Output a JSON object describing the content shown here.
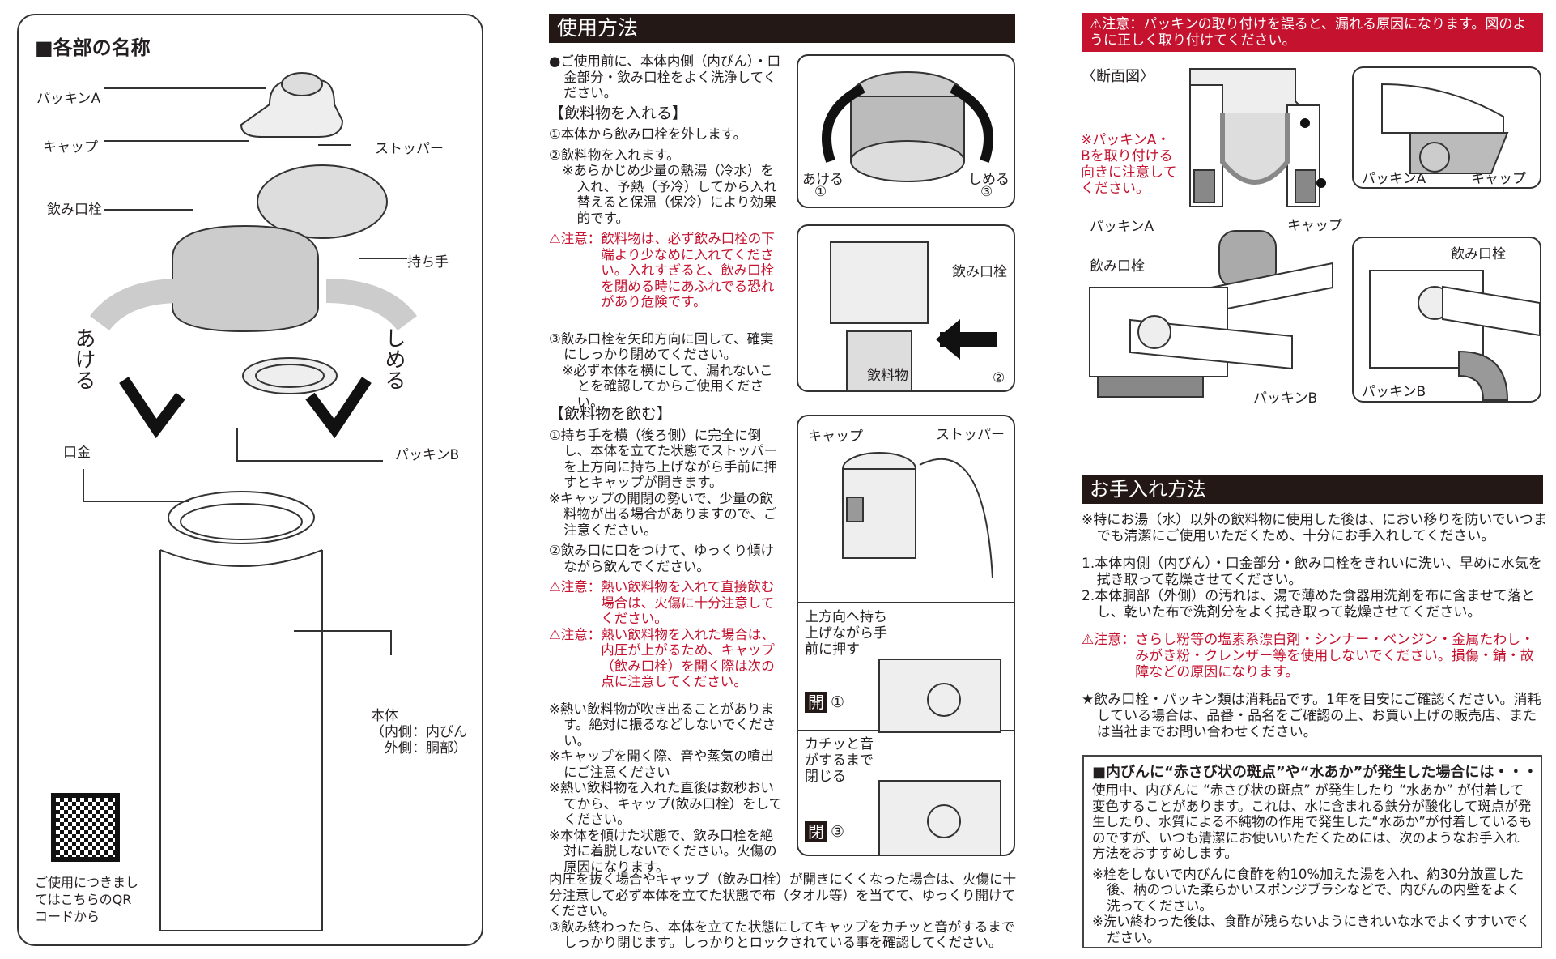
{
  "parts": {
    "title": "■各部の名称",
    "labels": {
      "packing_a": "パッキンA",
      "cap": "キャップ",
      "stopper": "ストッパー",
      "spout": "飲み口栓",
      "handle": "持ち手",
      "open": "あける",
      "close": "しめる",
      "mouth": "口金",
      "packing_b": "パッキンB",
      "body": "本体",
      "body_inner": "（内側：内びん",
      "body_outer": "外側：胴部）"
    },
    "qr_text": "ご使用につきましてはこちらのQRコードから"
  },
  "usage": {
    "title": "使用方法",
    "intro": "●ご使用前に、本体内側（内びん）・口金部分・飲み口栓をよく洗浄してください。",
    "fill_heading": "【飲料物を入れる】",
    "fill_1": "①本体から飲み口栓を外します。",
    "fill_2": "②飲料物を入れます。",
    "fill_2_note": "※あらかじめ少量の熱湯（冷水）を入れ、予熱（予冷）してから入れ替えると保温（保冷）により効果的です。",
    "warn_key": "⚠注意：",
    "fill_warn": "飲料物は、必ず飲み口栓の下端より少なめに入れてください。入れすぎると、飲み口栓を閉める時にあふれでる恐れがあり危険です。",
    "fill_3": "③飲み口栓を矢印方向に回して、確実にしっかり閉めてください。",
    "fill_3_note": "※必ず本体を横にして、漏れないことを確認してからご使用ください。",
    "drink_heading": "【飲料物を飲む】",
    "drink_1": "①持ち手を横（後ろ側）に完全に倒し、本体を立てた状態でストッパーを上方向に持ち上げながら手前に押すとキャップが開きます。",
    "drink_1_note": "※キャップの開閉の勢いで、少量の飲料物が出る場合がありますので、ご注意ください。",
    "drink_2": "②飲み口に口をつけて、ゆっくり傾けながら飲んでください。",
    "drink_warn_1": "熱い飲料物を入れて直接飲む場合は、火傷に十分注意してください。",
    "drink_warn_2": "熱い飲料物を入れた場合は、内圧が上がるため、キャップ（飲み口栓）を開く際は次の点に注意してください。",
    "notes": [
      "※熱い飲料物が吹き出ることがあります。絶対に振るなどしないでください。",
      "※キャップを開く際、音や蒸気の噴出にご注意ください",
      "※熱い飲料物を入れた直後は数秒おいてから、キャップ(飲み口栓）をしてください。",
      "※本体を傾けた状態で、飲み口栓を絶対に着脱しないでください。火傷の原因になります。"
    ],
    "pressure": "内圧を抜く場合やキャップ（飲み口栓）が開きにくくなった場合は、火傷に十分注意して必ず本体を立てた状態で布（タオル等）を当てて、ゆっくり開けてください。",
    "drink_3": "③飲み終わったら、本体を立てた状態にしてキャップをカチッと音がするまでしっかり閉じます。しっかりとロックされている事を確認してください。",
    "fig1": {
      "open": "あける",
      "open_n": "①",
      "close": "しめる",
      "close_n": "③"
    },
    "fig2": {
      "spout": "飲み口栓",
      "drink": "飲料物",
      "n": "②"
    },
    "fig3": {
      "cap": "キャップ",
      "stopper": "ストッパー",
      "lift": "上方向へ持ち上げながら手前に押す",
      "open_tag": "開",
      "open_n": "①",
      "click": "カチッと音がするまで閉じる",
      "close_tag": "閉",
      "close_n": "③"
    }
  },
  "packing": {
    "banner": "⚠注意：パッキンの取り付けを誤ると、漏れる原因になります。図のように正しく取り付けてください。",
    "section": "〈断面図〉",
    "note": "※パッキンA・Bを取り付ける向きに注意してください。",
    "packing_a": "パッキンA",
    "cap": "キャップ",
    "spout": "飲み口栓",
    "packing_b": "パッキンB"
  },
  "care": {
    "title": "お手入れ方法",
    "intro": "※特にお湯（水）以外の飲料物に使用した後は、におい移りを防いでいつまでも清潔にご使用いただくため、十分にお手入れしてください。",
    "step_1": "1.本体内側（内びん）・口金部分・飲み口栓をきれいに洗い、早めに水気を拭き取って乾燥させてください。",
    "step_2": "2.本体胴部（外側）の汚れは、湯で薄めた食器用洗剤を布に含ませて落とし、乾いた布で洗剤分をよく拭き取って乾燥させてください。",
    "warn_key": "⚠注意：",
    "warn": "さらし粉等の塩素系漂白剤・シンナー・ベンジン・金属たわし・みがき粉・クレンザー等を使用しないでください。損傷・錆・故障などの原因になります。",
    "consumable": "★飲み口栓・パッキン類は消耗品です。1年を目安にご確認ください。消耗している場合は、品番・品名をご確認の上、お買い上げの販売店、または当社までお問い合わせください。",
    "rust": {
      "title": "■内びんに“赤さび状の斑点”や“水あか”が発生した場合には・・・",
      "body": "使用中、内びんに “赤さび状の斑点” が発生したり “水あか” が付着して変色することがあります。これは、水に含まれる鉄分が酸化して斑点が発生したり、水質による不純物の作用で発生した“水あか”が付着しているものですが、いつも清潔にお使いいただくためには、次のようなお手入れ方法をおすすめします。",
      "note_1": "※栓をしないで内びんに食酢を約10%加えた湯を入れ、約30分放置した後、柄のついた柔らかいスポンジブラシなどで、内びんの内壁をよく洗ってください。",
      "note_2": "※洗い終わった後は、食酢が残らないようにきれいな水でよくすすいでください。"
    }
  }
}
